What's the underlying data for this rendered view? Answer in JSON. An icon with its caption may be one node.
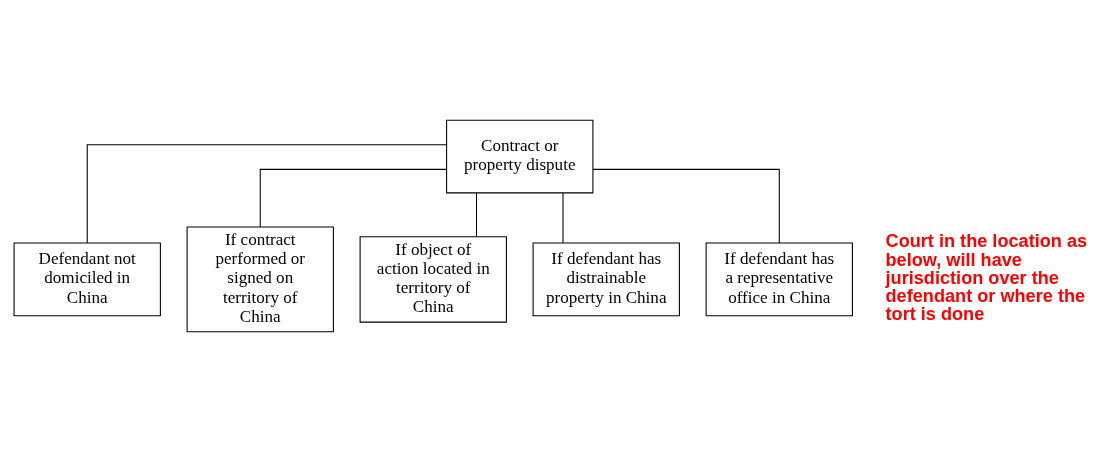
{
  "diagram": {
    "nodes": [
      {
        "text": [
          "Contract or property dispute"
        ]
      },
      {
        "text": [
          "Defendant not domiciled in China"
        ]
      },
      {
        "text": [
          "If contract performed or signed on territory of China"
        ]
      },
      {
        "text": [
          "If object of action located in territory of China"
        ]
      },
      {
        "text": [
          "If defendant has distrainable property in China"
        ]
      },
      {
        "text": [
          "If defendant has a representative office in China"
        ]
      }
    ],
    "edges": [
      {
        "from": 0,
        "to": 1,
        "arrow": "none"
      },
      {
        "from": 0,
        "to": 2,
        "arrow": "none"
      },
      {
        "from": 0,
        "to": 3,
        "arrow": "none"
      },
      {
        "from": 0,
        "to": 4,
        "arrow": "none"
      },
      {
        "from": 0,
        "to": 5,
        "arrow": "none"
      }
    ],
    "labels": [
      "Court in the location as below, will have jurisdiction over the defendant or where the tort is done"
    ]
  }
}
